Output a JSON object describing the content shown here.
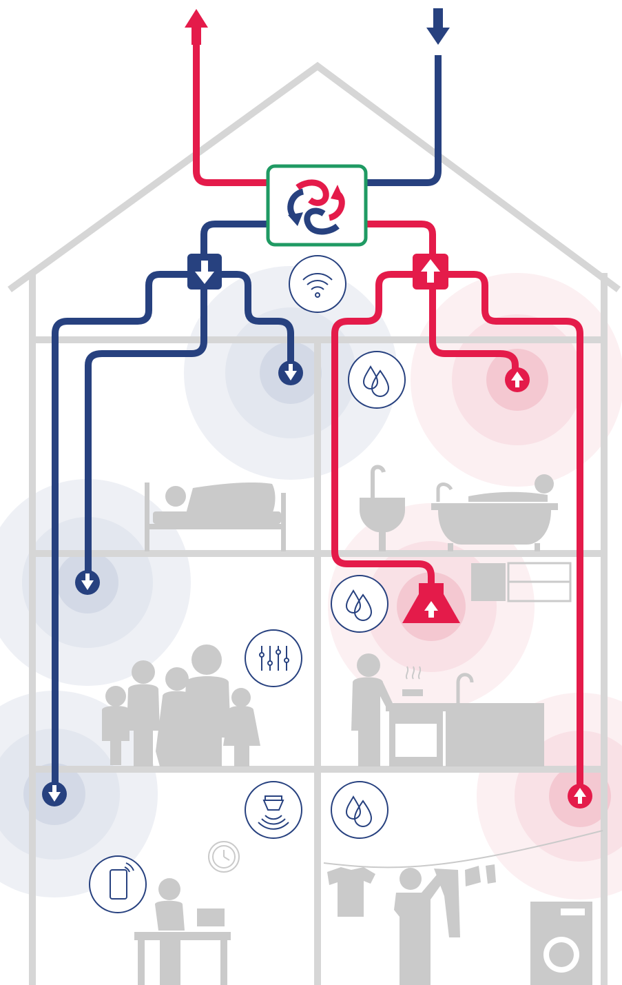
{
  "diagram": {
    "kind": "mvhr-house-ventilation",
    "colors": {
      "supply": "#27417f",
      "extract": "#e41b4a",
      "unit_border": "#1f9a63",
      "house": "#d6d6d6",
      "figures": "#c9c9c9",
      "icon_line": "#27417f",
      "supply_glow": "#e6e9f1",
      "extract_glow": "#fbe6eb"
    },
    "icons": {
      "heat_recovery_unit": "heat-exchange-arrows-icon",
      "wifi": "wifi-icon",
      "humidity": "water-drops-icon",
      "controls": "sliders-icon",
      "sensor": "ceiling-sensor-icon",
      "phone": "smartphone-icon",
      "clock": "clock-icon"
    },
    "rooms": [
      {
        "id": "bedroom",
        "scene": "person-sleeping-in-bed",
        "vent": "supply"
      },
      {
        "id": "bathroom",
        "scene": "sink-and-bathtub",
        "vent": "extract"
      },
      {
        "id": "living-room",
        "scene": "family-group",
        "vent": "supply"
      },
      {
        "id": "kitchen",
        "scene": "person-cooking-with-cooker-hood",
        "vent": "extract"
      },
      {
        "id": "office",
        "scene": "person-at-laptop-desk",
        "vent": "supply"
      },
      {
        "id": "utility",
        "scene": "laundry-line-and-washing-machine",
        "vent": "extract"
      }
    ]
  }
}
